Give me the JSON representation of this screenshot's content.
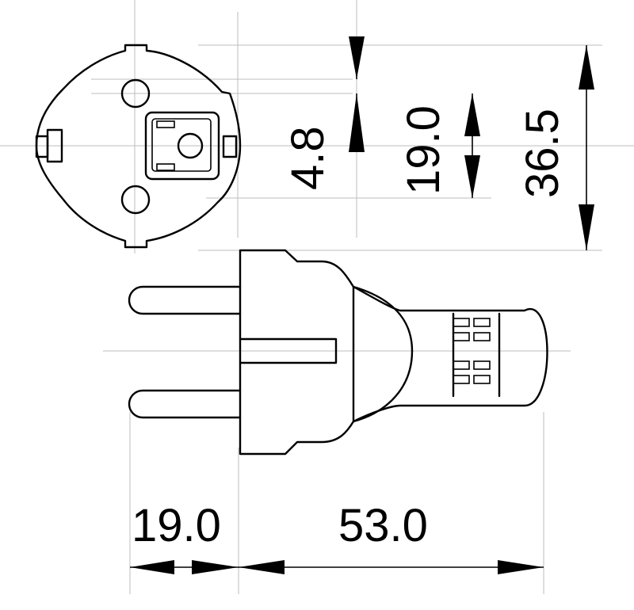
{
  "drawing": {
    "subject": "schuko plug",
    "dimensions": {
      "hole_offset": "4.8",
      "pin_spacing": "19.0",
      "face_diameter": "36.5",
      "pin_length": "19.0",
      "body_length": "53.0"
    }
  }
}
